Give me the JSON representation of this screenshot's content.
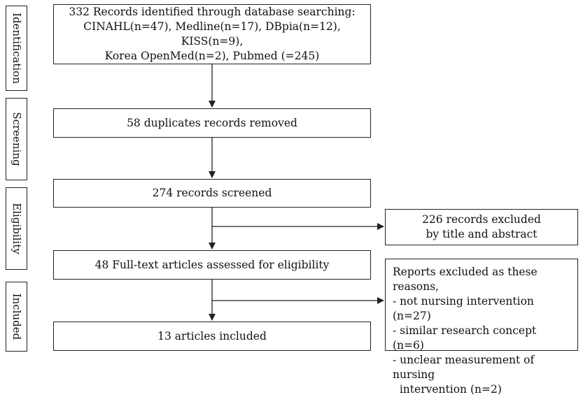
{
  "phases": [
    "Identification",
    "Screening",
    "Eligibility",
    "Included"
  ],
  "boxes": {
    "identification": {
      "lines": [
        "332 Records identified through database searching:",
        "CINAHL(n=47), Medline(n=17), DBpia(n=12), KISS(n=9),",
        "Korea OpenMed(n=2), Pubmed (=245)"
      ]
    },
    "screening": {
      "text": "58 duplicates records removed"
    },
    "screened": {
      "text": "274 records screened"
    },
    "excluded_title": {
      "lines": [
        "226 records excluded",
        "by title and abstract"
      ]
    },
    "fulltext": {
      "text": "48 Full-text articles assessed for eligibility"
    },
    "excluded_reasons": {
      "lines": [
        "Reports excluded as these reasons,",
        "- not nursing intervention (n=27)",
        "- similar research concept (n=6)",
        "- unclear measurement of nursing",
        "  intervention (n=2)"
      ]
    },
    "included": {
      "text": "13 articles included"
    }
  },
  "colors": {
    "stroke": "#222222",
    "text": "#111111"
  }
}
